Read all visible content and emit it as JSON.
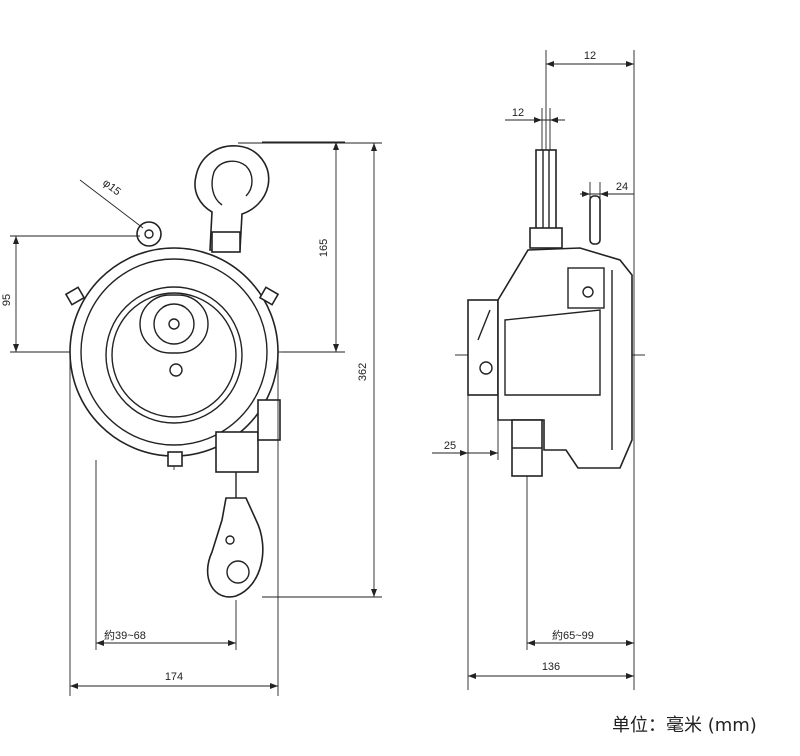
{
  "dimensions": {
    "front_width": "174",
    "front_total_height": "362",
    "front_upper_height": "165",
    "front_left_height": "95",
    "pulley_diameter": "φ15",
    "hook_range": "約39~68",
    "side_width": "136",
    "side_top_width": "12",
    "side_shaft": "12",
    "side_lug": "24",
    "side_offset": "25",
    "side_range": "約65~99"
  },
  "unit_label": "单位：毫米 (mm)"
}
